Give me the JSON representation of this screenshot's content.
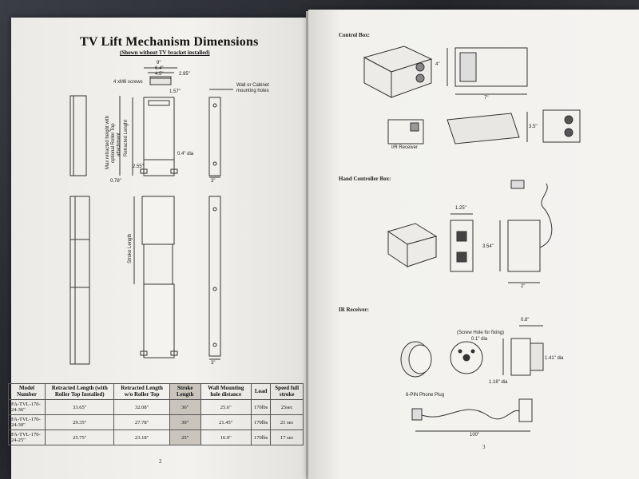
{
  "left_page": {
    "title": "TV Lift Mechanism Dimensions",
    "subtitle": "(Shown without TV bracket installed)",
    "labels": {
      "width_9": "9\"",
      "width_64": "6.4\"",
      "width_45": "4.5\"",
      "side_295": "2.95\"",
      "screws": "4 xM6 screws",
      "offset_157": "1.57\"",
      "mounting_holes_1": "Wall or Cabinet",
      "mounting_holes_2": "mounting holes",
      "max_retracted_1": "Max retracted height with",
      "max_retracted_2": "optional Roller Top",
      "max_retracted_3": "attachment",
      "retracted_length": "Retracted Lenght",
      "hole_dia": "0.4\" dia",
      "base_255": "2.55\"",
      "base_078": "0.78\"",
      "side_3": "3\"",
      "stroke_length": "Stroke Length",
      "side_3b": "3\""
    },
    "table": {
      "headers": [
        "Model Number",
        "Retracted Length (with Roller Top Installed)",
        "Retracted Length w/o Roller Top",
        "Stroke Length",
        "Wall Mounting hole distance",
        "Load",
        "Speed full stroke"
      ],
      "rows": [
        [
          "FA-TVL-170-24-36\"",
          "33.65\"",
          "32.08\"",
          "36\"",
          "25.6\"",
          "170lbs",
          "25sec"
        ],
        [
          "FA-TVL-170-24-30\"",
          "29.35\"",
          "27.78\"",
          "30\"",
          "21.45\"",
          "170lbs",
          "21 sec"
        ],
        [
          "FA-TVL-170-24-25\"",
          "25.75\"",
          "23.18\"",
          "25\"",
          "16.9\"",
          "170lbs",
          "17 sec"
        ]
      ]
    },
    "page_number": "2"
  },
  "right_page": {
    "control_box": {
      "heading": "Control Box:",
      "height": "4\"",
      "length": "7\"",
      "depth": "3.5\"",
      "ir_receiver_label": "I/R Receiver"
    },
    "hand_controller": {
      "heading": "Hand Controller Box:",
      "width": "1.25\"",
      "height": "3.54\"",
      "depth": "2\""
    },
    "ir_receiver": {
      "heading": "IR Receiver:",
      "screw_hole": "(Screw Hole for fixing)",
      "screw_dia": "0.1\" dia",
      "depth": "0.8\"",
      "dia_141": "1.41\" dia",
      "dia_118": "1.18\" dia",
      "plug": "6-PIN  Phone Plug",
      "cable": "100\""
    },
    "page_number": "3"
  },
  "colors": {
    "paper": "#f2f1ee",
    "ink": "#222222",
    "background": "#2a2d33"
  }
}
